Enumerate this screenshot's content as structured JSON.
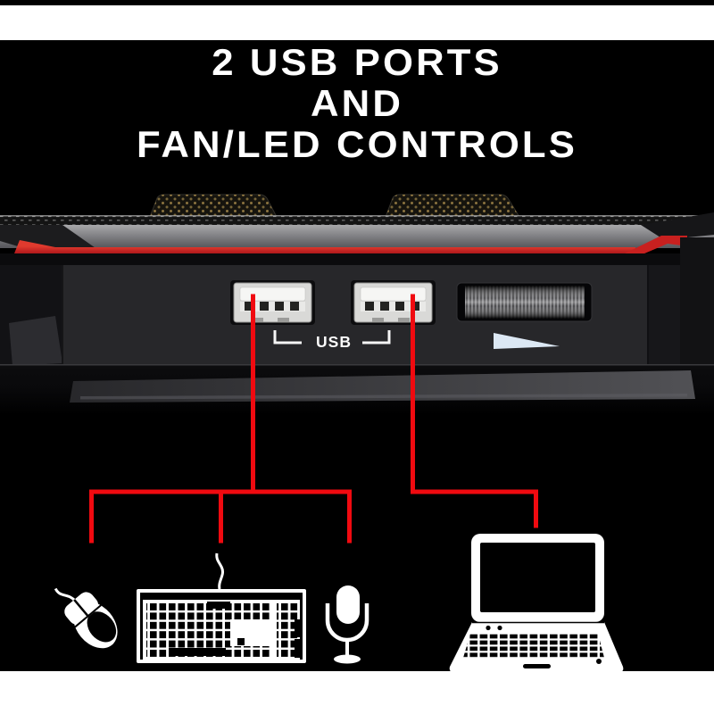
{
  "title": {
    "line1": "2 USB PORTS",
    "line2": "AND",
    "line3": "FAN/LED CONTROLS"
  },
  "device": {
    "usb_label": "USB",
    "ports_count": "2",
    "controls": [
      "usb-port-left",
      "usb-port-right",
      "fan-led-control-wheel",
      "fan-speed-triangle"
    ]
  },
  "icons": [
    {
      "name": "mouse-icon"
    },
    {
      "name": "keyboard-icon"
    },
    {
      "name": "microphone-icon"
    },
    {
      "name": "laptop-icon"
    },
    {
      "name": "fan-speed-triangle-icon"
    }
  ],
  "colors": {
    "page_background": "#ffffff",
    "banner_background": "#000000",
    "title_text": "#ffffff",
    "accent_stripe_red": "#c6191d",
    "connector_line_red": "#f00a10",
    "triangle_fill": "#dce8f4",
    "icon_fill": "#ffffff"
  }
}
